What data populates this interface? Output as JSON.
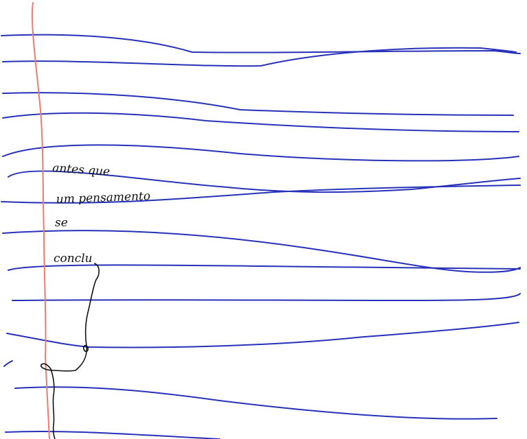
{
  "note": {
    "lines": [
      "antes que",
      "um pensamento",
      "se",
      "conclu"
    ]
  },
  "colors": {
    "paper": "#ffffff",
    "rule": "#2630b8",
    "margin": "#f07a70",
    "ink": "#111111"
  }
}
